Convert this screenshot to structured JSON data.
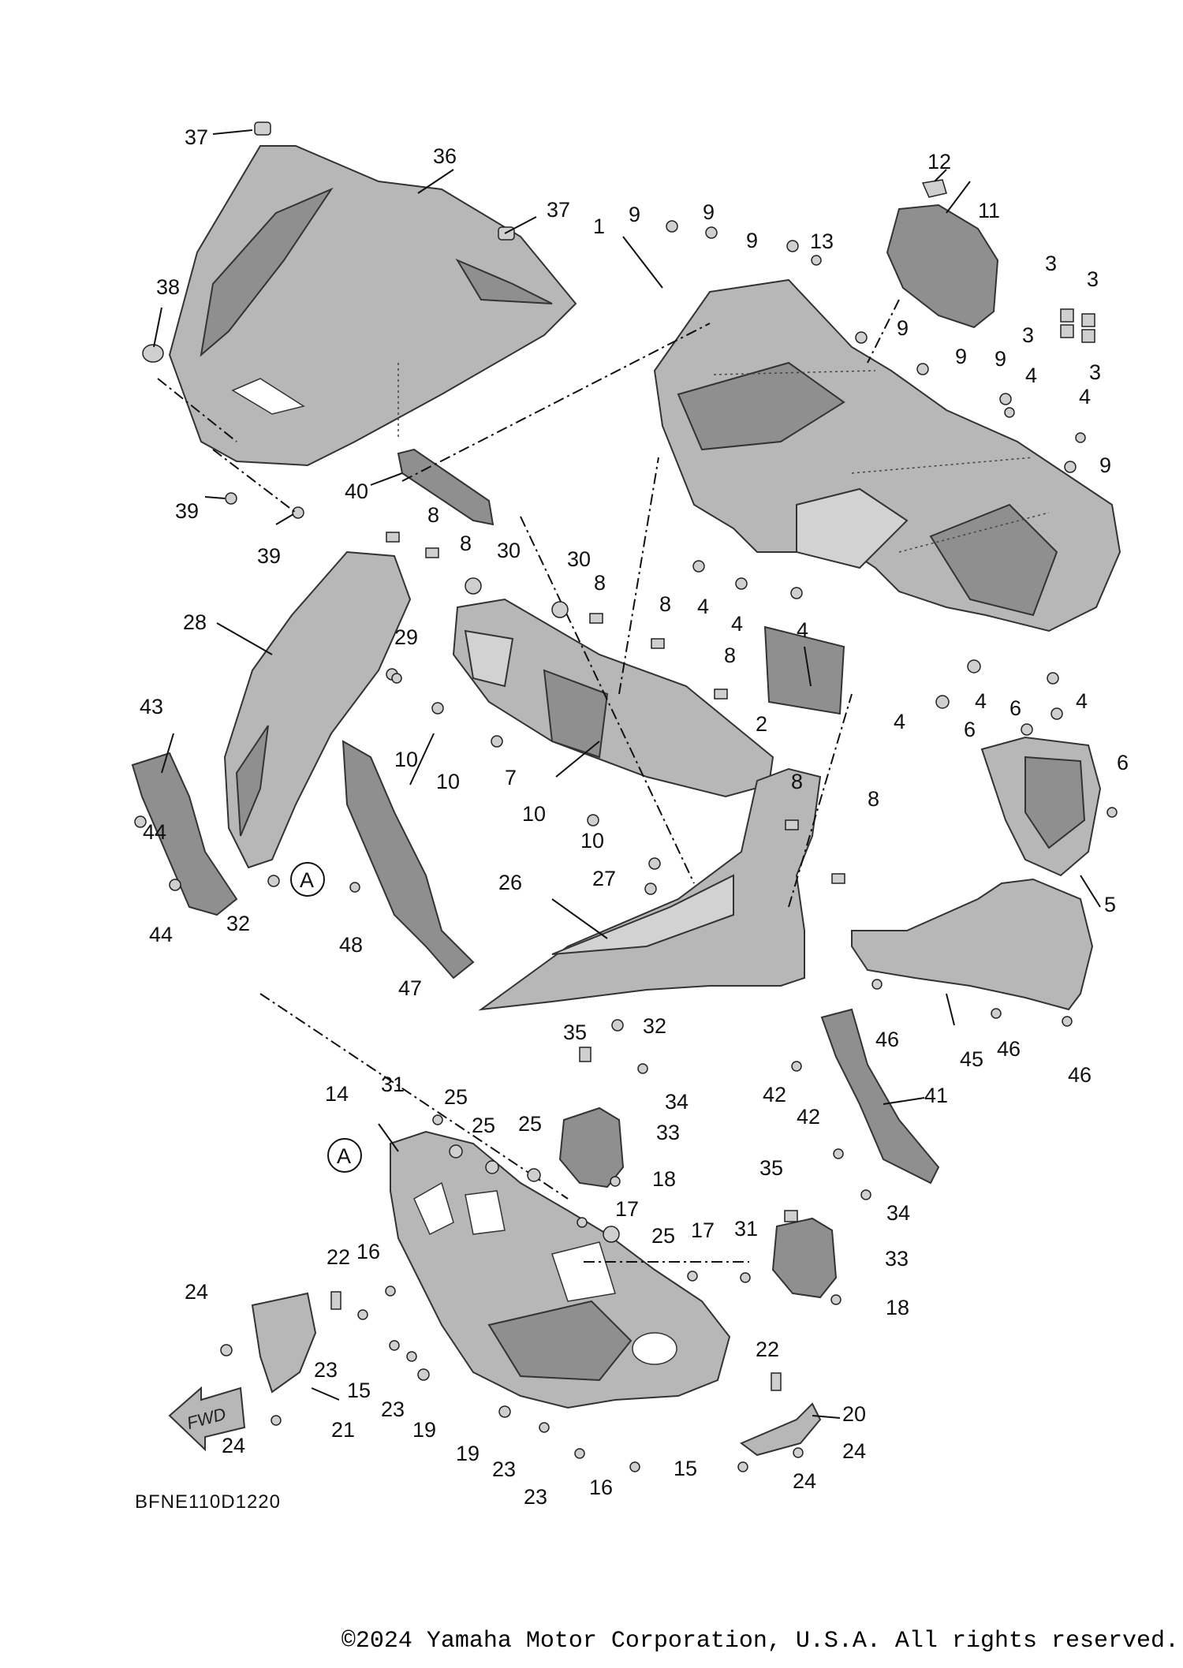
{
  "diagram": {
    "reference_code": "BFNE110D1220",
    "direction_label": "FWD",
    "copyright": "©2024 Yamaha Motor Corporation, U.S.A. All rights reserved.",
    "callouts": [
      {
        "id": "c1",
        "label": "1"
      },
      {
        "id": "c2",
        "label": "2"
      },
      {
        "id": "c3a",
        "label": "3"
      },
      {
        "id": "c3b",
        "label": "3"
      },
      {
        "id": "c3c",
        "label": "3"
      },
      {
        "id": "c3d",
        "label": "3"
      },
      {
        "id": "c4a",
        "label": "4"
      },
      {
        "id": "c4b",
        "label": "4"
      },
      {
        "id": "c4c",
        "label": "4"
      },
      {
        "id": "c4d",
        "label": "4"
      },
      {
        "id": "c4e",
        "label": "4"
      },
      {
        "id": "c4f",
        "label": "4"
      },
      {
        "id": "c4g",
        "label": "4"
      },
      {
        "id": "c4h",
        "label": "4"
      },
      {
        "id": "c5",
        "label": "5"
      },
      {
        "id": "c6a",
        "label": "6"
      },
      {
        "id": "c6b",
        "label": "6"
      },
      {
        "id": "c6c",
        "label": "6"
      },
      {
        "id": "c7",
        "label": "7"
      },
      {
        "id": "c8a",
        "label": "8"
      },
      {
        "id": "c8b",
        "label": "8"
      },
      {
        "id": "c8c",
        "label": "8"
      },
      {
        "id": "c8d",
        "label": "8"
      },
      {
        "id": "c8e",
        "label": "8"
      },
      {
        "id": "c8f",
        "label": "8"
      },
      {
        "id": "c8g",
        "label": "8"
      },
      {
        "id": "c9a",
        "label": "9"
      },
      {
        "id": "c9b",
        "label": "9"
      },
      {
        "id": "c9c",
        "label": "9"
      },
      {
        "id": "c9d",
        "label": "9"
      },
      {
        "id": "c9e",
        "label": "9"
      },
      {
        "id": "c9f",
        "label": "9"
      },
      {
        "id": "c9g",
        "label": "9"
      },
      {
        "id": "c10a",
        "label": "10"
      },
      {
        "id": "c10b",
        "label": "10"
      },
      {
        "id": "c10c",
        "label": "10"
      },
      {
        "id": "c10d",
        "label": "10"
      },
      {
        "id": "c11",
        "label": "11"
      },
      {
        "id": "c12",
        "label": "12"
      },
      {
        "id": "c13",
        "label": "13"
      },
      {
        "id": "c14",
        "label": "14"
      },
      {
        "id": "c15a",
        "label": "15"
      },
      {
        "id": "c15b",
        "label": "15"
      },
      {
        "id": "c16a",
        "label": "16"
      },
      {
        "id": "c16b",
        "label": "16"
      },
      {
        "id": "c17a",
        "label": "17"
      },
      {
        "id": "c17b",
        "label": "17"
      },
      {
        "id": "c18a",
        "label": "18"
      },
      {
        "id": "c18b",
        "label": "18"
      },
      {
        "id": "c19a",
        "label": "19"
      },
      {
        "id": "c19b",
        "label": "19"
      },
      {
        "id": "c20",
        "label": "20"
      },
      {
        "id": "c21",
        "label": "21"
      },
      {
        "id": "c22a",
        "label": "22"
      },
      {
        "id": "c22b",
        "label": "22"
      },
      {
        "id": "c23a",
        "label": "23"
      },
      {
        "id": "c23b",
        "label": "23"
      },
      {
        "id": "c23c",
        "label": "23"
      },
      {
        "id": "c23d",
        "label": "23"
      },
      {
        "id": "c24a",
        "label": "24"
      },
      {
        "id": "c24b",
        "label": "24"
      },
      {
        "id": "c24c",
        "label": "24"
      },
      {
        "id": "c24d",
        "label": "24"
      },
      {
        "id": "c25a",
        "label": "25"
      },
      {
        "id": "c25b",
        "label": "25"
      },
      {
        "id": "c25c",
        "label": "25"
      },
      {
        "id": "c25d",
        "label": "25"
      },
      {
        "id": "c26",
        "label": "26"
      },
      {
        "id": "c27",
        "label": "27"
      },
      {
        "id": "c28",
        "label": "28"
      },
      {
        "id": "c29",
        "label": "29"
      },
      {
        "id": "c30a",
        "label": "30"
      },
      {
        "id": "c30b",
        "label": "30"
      },
      {
        "id": "c31a",
        "label": "31"
      },
      {
        "id": "c31b",
        "label": "31"
      },
      {
        "id": "c32a",
        "label": "32"
      },
      {
        "id": "c32b",
        "label": "32"
      },
      {
        "id": "c33a",
        "label": "33"
      },
      {
        "id": "c33b",
        "label": "33"
      },
      {
        "id": "c34a",
        "label": "34"
      },
      {
        "id": "c34b",
        "label": "34"
      },
      {
        "id": "c35a",
        "label": "35"
      },
      {
        "id": "c35b",
        "label": "35"
      },
      {
        "id": "c36",
        "label": "36"
      },
      {
        "id": "c37a",
        "label": "37"
      },
      {
        "id": "c37b",
        "label": "37"
      },
      {
        "id": "c38",
        "label": "38"
      },
      {
        "id": "c39a",
        "label": "39"
      },
      {
        "id": "c39b",
        "label": "39"
      },
      {
        "id": "c40",
        "label": "40"
      },
      {
        "id": "c41",
        "label": "41"
      },
      {
        "id": "c42a",
        "label": "42"
      },
      {
        "id": "c42b",
        "label": "42"
      },
      {
        "id": "c43",
        "label": "43"
      },
      {
        "id": "c44a",
        "label": "44"
      },
      {
        "id": "c44b",
        "label": "44"
      },
      {
        "id": "c45",
        "label": "45"
      },
      {
        "id": "c46a",
        "label": "46"
      },
      {
        "id": "c46b",
        "label": "46"
      },
      {
        "id": "c46c",
        "label": "46"
      },
      {
        "id": "c47",
        "label": "47"
      },
      {
        "id": "c48",
        "label": "48"
      },
      {
        "id": "cAa",
        "label": "A"
      },
      {
        "id": "cAb",
        "label": "A"
      }
    ]
  }
}
